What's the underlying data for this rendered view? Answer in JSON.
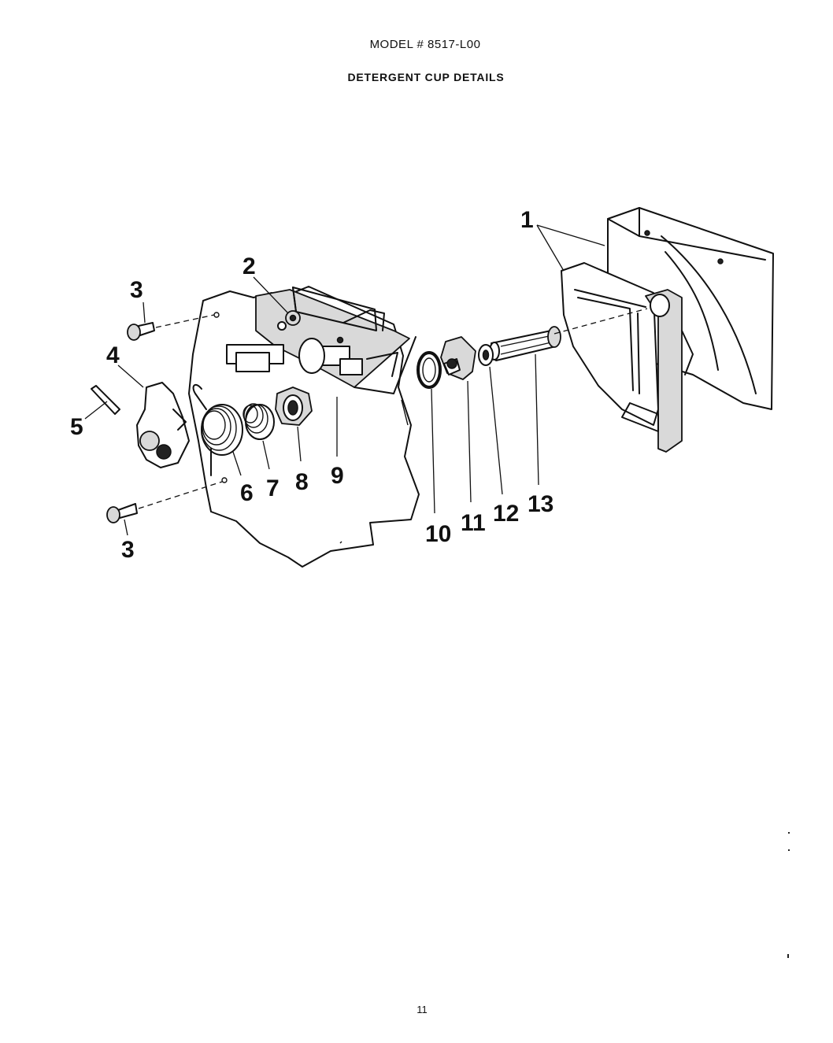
{
  "header": {
    "model": "MODEL # 8517-L00",
    "title": "DETERGENT CUP DETAILS"
  },
  "callouts": {
    "c1": "1",
    "c2": "2",
    "c3a": "3",
    "c3b": "3",
    "c4": "4",
    "c5": "5",
    "c6": "6",
    "c7": "7",
    "c8": "8",
    "c9": "9",
    "c10": "10",
    "c11": "11",
    "c12": "12",
    "c13": "13"
  },
  "footer": {
    "page_number": "11"
  }
}
